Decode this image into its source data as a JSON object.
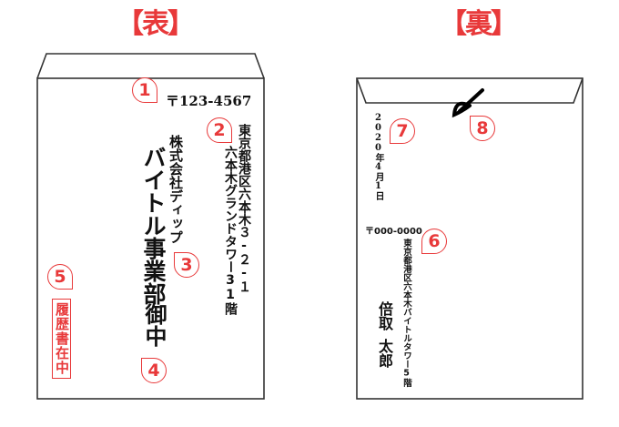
{
  "front": {
    "heading": "【表】",
    "postal_code": "〒123-4567",
    "address_line1": "東京都港区六本木３-２-１",
    "address_line2": "六本木グランドタワー31階",
    "company": "株式会社ディップ",
    "department": "バイトル事業部",
    "honorific": "御中",
    "resume_stamp": "履歴書在中",
    "badges": {
      "postal": "1",
      "address": "2",
      "recipient": "3",
      "honorific": "4",
      "stamp": "5"
    }
  },
  "back": {
    "heading": "【裏】",
    "date": "2020年4月1日",
    "postal_code": "〒000-0000",
    "address": "東京都港区六本木バイトルタワー5階",
    "sender_name_family": "倍取",
    "sender_name_given": "太郎",
    "seal_mark": "〆",
    "badges": {
      "sender": "6",
      "date": "7",
      "seal": "8"
    }
  },
  "colors": {
    "accent": "#e8393a",
    "outline": "#333333",
    "text": "#111111"
  }
}
